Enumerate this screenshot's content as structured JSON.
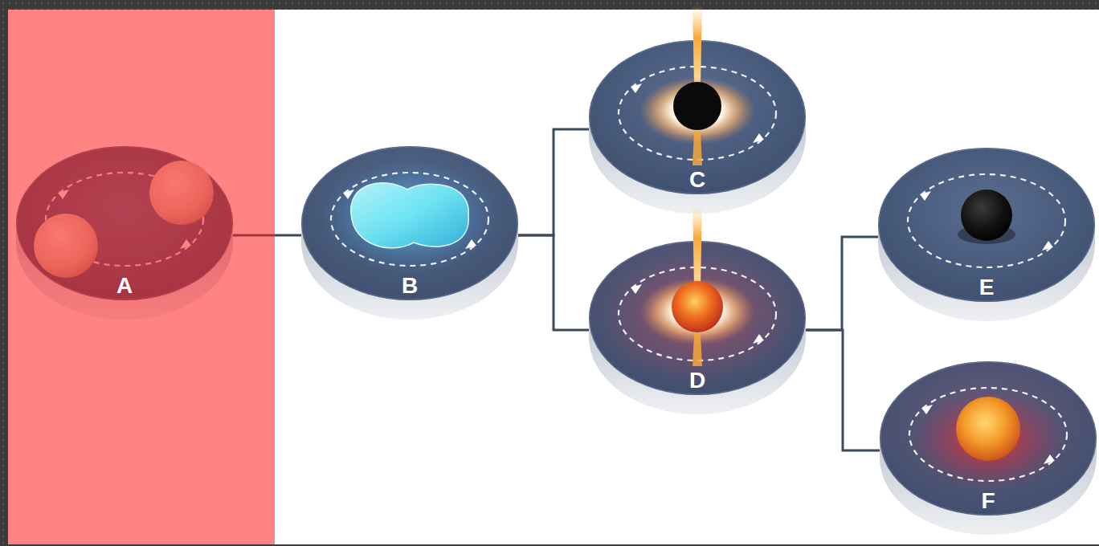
{
  "diagram": {
    "nodes": [
      {
        "text": [
          "A"
        ]
      },
      {
        "text": [
          "B"
        ]
      },
      {
        "text": [
          "C"
        ]
      },
      {
        "text": [
          "D"
        ]
      },
      {
        "text": [
          "E"
        ]
      },
      {
        "text": [
          "F"
        ]
      }
    ],
    "edges": [
      {
        "from": 0,
        "to": 1,
        "arrow": "none"
      },
      {
        "from": 1,
        "to": 2,
        "arrow": "none"
      },
      {
        "from": 1,
        "to": 3,
        "arrow": "none"
      },
      {
        "from": 3,
        "to": 4,
        "arrow": "none"
      },
      {
        "from": 3,
        "to": 5,
        "arrow": "none"
      }
    ]
  }
}
